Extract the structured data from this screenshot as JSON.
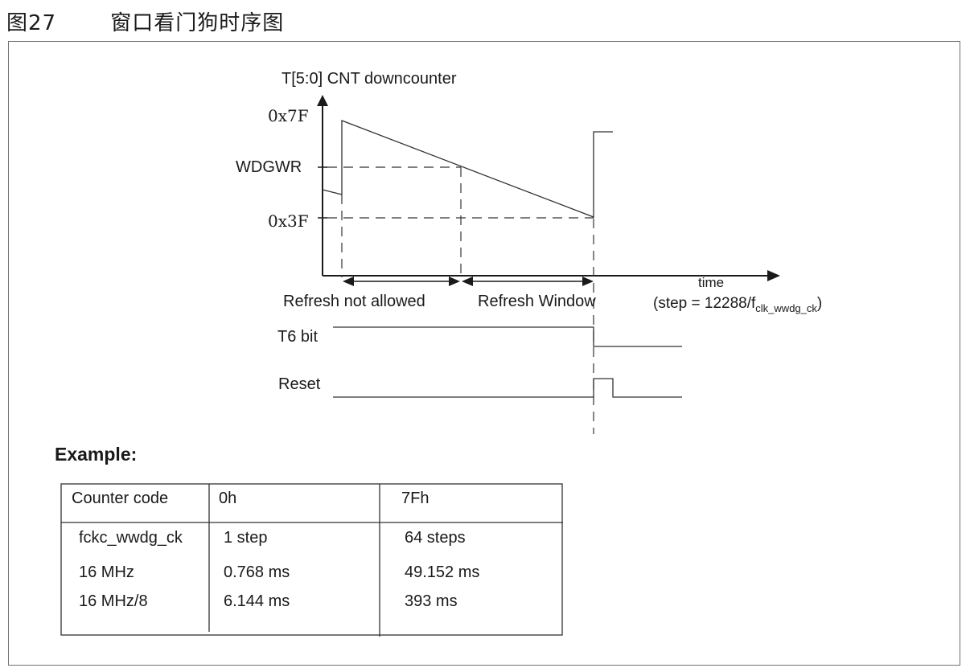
{
  "caption": {
    "number": "图27",
    "title": "窗口看门狗时序图"
  },
  "diagram": {
    "y_axis_label": "T[5:0] CNT downcounter",
    "levels": {
      "max": "0x7F",
      "window": "WDGWR",
      "min": "0x3F"
    },
    "x_axis_label": "time",
    "step_prefix": "(step = 12288/f",
    "step_subscript": "clk_wwdg_ck",
    "step_suffix": ")",
    "region_not_allowed": "Refresh not allowed",
    "region_window": "Refresh Window",
    "signal_t6": "T6 bit",
    "signal_reset": "Reset"
  },
  "example": {
    "heading": "Example:",
    "header": [
      "Counter code",
      "0h",
      "7Fh"
    ],
    "rows": [
      [
        "fckc_wwdg_ck",
        "1 step",
        "64 steps"
      ],
      [
        "16 MHz",
        "0.768 ms",
        "49.152 ms"
      ],
      [
        "16 MHz/8",
        "6.144 ms",
        "393 ms"
      ]
    ]
  }
}
